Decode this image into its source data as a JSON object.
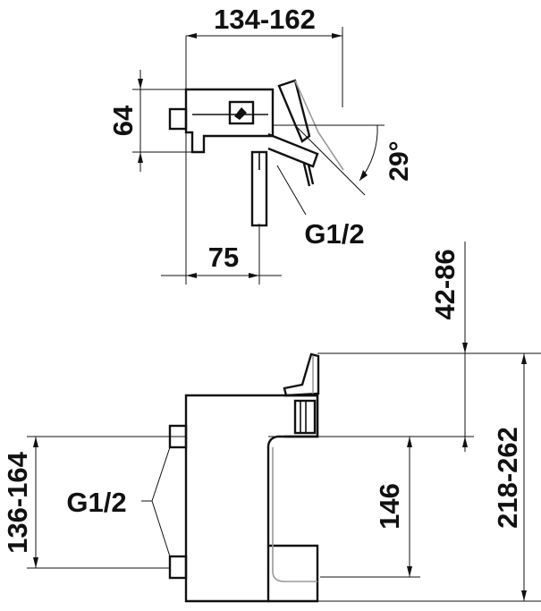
{
  "drawing": {
    "top_view": {
      "width_label": "134-162",
      "height_label": "64",
      "angle_label": "29°",
      "thread_label": "G1/2",
      "offset_label": "75"
    },
    "front_view": {
      "top_range_label": "42-86",
      "total_height_label": "218-262",
      "spout_height_label": "146",
      "inlet_height_label": "136-164",
      "thread_label": "G1/2"
    },
    "colors": {
      "line": "#111111",
      "highlight": "#9a9a9a",
      "background": "#ffffff"
    }
  }
}
